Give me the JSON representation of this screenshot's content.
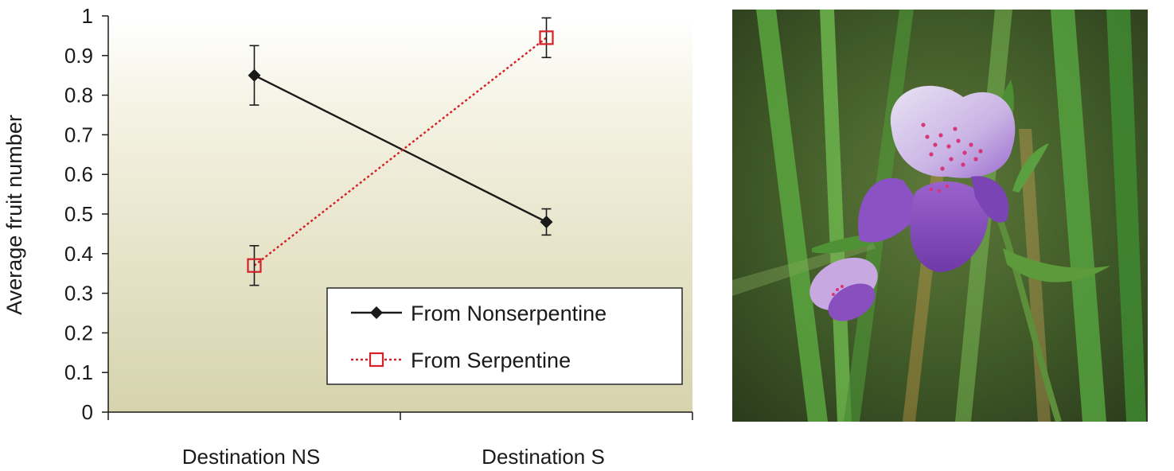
{
  "chart_data": {
    "type": "line",
    "xlabel": "",
    "ylabel": "Average fruit number",
    "categories": [
      "Destination NS",
      "Destination S"
    ],
    "ylim": [
      0,
      1
    ],
    "yticks": [
      "0",
      "0.1",
      "0.2",
      "0.3",
      "0.4",
      "0.5",
      "0.6",
      "0.7",
      "0.8",
      "0.9",
      "1"
    ],
    "grid": false,
    "legend_position": "bottom-right",
    "series": [
      {
        "name": "From Nonserpentine",
        "values": [
          0.85,
          0.48
        ],
        "errors": [
          0.075,
          0.033
        ],
        "color": "#1a1a1a",
        "marker": "filled-diamond",
        "line": "solid"
      },
      {
        "name": "From Serpentine",
        "values": [
          0.37,
          0.945
        ],
        "errors": [
          0.05,
          0.05
        ],
        "color": "#d42027",
        "marker": "open-square",
        "line": "dotted"
      }
    ],
    "background": "gradient light-olive"
  },
  "photo": {
    "subject": "purple-white flower",
    "colors": {
      "background": "#3a5a22",
      "leaf": "#4f9a3a",
      "petal": "#8a4fbf",
      "petal_light": "#e8dff3",
      "spots": "#d8357a"
    }
  }
}
